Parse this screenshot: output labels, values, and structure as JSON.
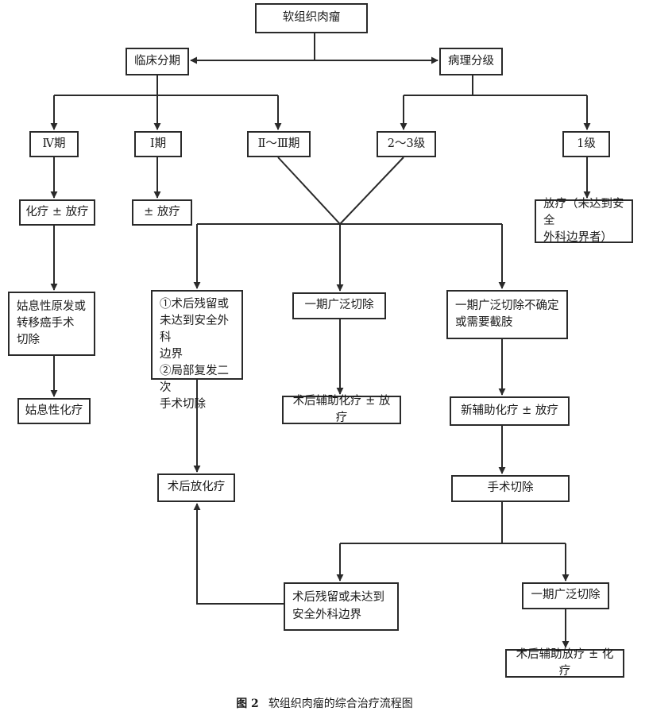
{
  "diagram": {
    "root": "软组织肉瘤",
    "clinical_staging": "临床分期",
    "pathological_grading": "病理分级",
    "stage_iv": "Ⅳ期",
    "stage_i": "Ⅰ期",
    "stage_ii_iii": "Ⅱ～Ⅲ期",
    "grade_2_3": "2～3级",
    "grade_1": "1级",
    "chemo_radio": "化疗 ± 放疗",
    "radio_only": "± 放疗",
    "radio_unreached_line1": "放疗（未达到安全",
    "radio_unreached_line2": "外科边界者）",
    "palliative_surgery_line1": "姑息性原发或",
    "palliative_surgery_line2": "转移癌手术",
    "palliative_surgery_line3": "切除",
    "palliative_chemo": "姑息性化疗",
    "residual_line1": "①术后残留或",
    "residual_line2": "未达到安全外科",
    "residual_line3": "边界",
    "residual_line4": "②局部复发二次",
    "residual_line5": "手术切除",
    "primary_resection_mid": "一期广泛切除",
    "uncertain_line1": "一期广泛切除不确定",
    "uncertain_line2": "或需要截肢",
    "adjuvant_chemo_radio": "术后辅助化疗 ± 放疗",
    "neoadjuvant": "新辅助化疗 ± 放疗",
    "postop_radio_chemo": "术后放化疗",
    "surgery": "手术切除",
    "postop_residual_line1": "术后残留或未达到",
    "postop_residual_line2": "安全外科边界",
    "primary_resection_right": "一期广泛切除",
    "postop_adjuvant_radio_chemo": "术后辅助放疗 ± 化疗"
  },
  "caption": {
    "figure_label": "图 2",
    "title": "软组织肉瘤的综合治疗流程图"
  }
}
